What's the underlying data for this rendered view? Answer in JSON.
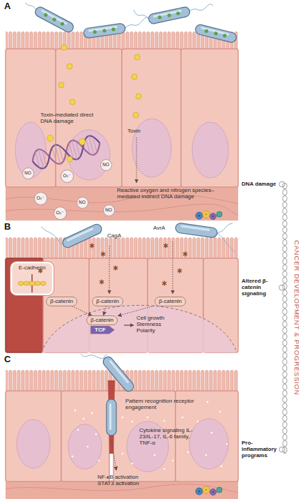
{
  "diagram": {
    "nodes": [
      {
        "text": [
          "NO"
        ]
      },
      {
        "text": [
          "O₂⁻"
        ]
      },
      {
        "text": [
          "NO"
        ]
      },
      {
        "text": [
          "O₂⁻"
        ]
      },
      {
        "text": [
          "NO"
        ]
      },
      {
        "text": [
          "O₂⁻"
        ]
      },
      {
        "text": [
          "NO"
        ]
      },
      {
        "text": [
          "E-cadherin"
        ]
      },
      {
        "text": [
          "β-catenin"
        ]
      },
      {
        "text": [
          "β-catenin"
        ]
      },
      {
        "text": [
          "β-catenin"
        ]
      },
      {
        "text": [
          "β-catenin"
        ]
      },
      {
        "text": [
          "TCF"
        ]
      }
    ],
    "edges": [
      {
        "from": 8,
        "to": 11,
        "arrow": "to"
      },
      {
        "from": 9,
        "to": 11,
        "arrow": "to"
      },
      {
        "from": 10,
        "to": 11,
        "arrow": "to"
      }
    ],
    "labels": [
      "A",
      "Toxin-mediated direct DNA damage",
      "Toxin",
      "Reactive oxygen and nitrogen species–mediated indirect DNA damage",
      "DNA damage",
      "B",
      "CagA",
      "AvrA",
      "Cell growth Stemness Polarity",
      "Altered β-catenin signaling",
      "C",
      "Pattern recognition receptor engagement",
      "Cytokine signaling IL-23/IL-17, IL-6 family, TNF-α",
      "NF-κB activation STAT3 activation",
      "Pro-inflammatory programs",
      "CANCER DEVELOPMENT & PROGRESSION"
    ]
  }
}
